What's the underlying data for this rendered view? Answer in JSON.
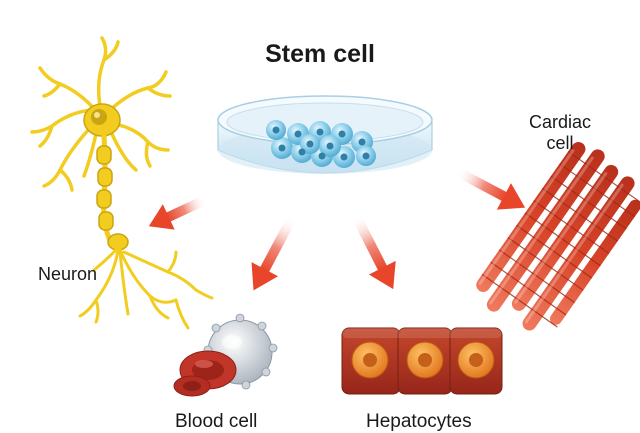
{
  "title": "Stem cell",
  "labels": {
    "neuron": "Neuron",
    "cardiac_line1": "Cardiac",
    "cardiac_line2": "cell",
    "blood_cell": "Blood cell",
    "hepatocytes": "Hepatocytes"
  },
  "colors": {
    "arrow": "#e8452a",
    "neuron": "#f2cc1f",
    "neuron_dark": "#c9a512",
    "dish": "#dceef8",
    "stem_cell": "#7dc6e6",
    "cardiac": "#e2563b",
    "hepatocyte": "#b8361e",
    "hepatocyte_nucleus": "#f08a24",
    "red_blood_cell": "#c2362a",
    "white_blood_cell": "#dfe3e8"
  }
}
